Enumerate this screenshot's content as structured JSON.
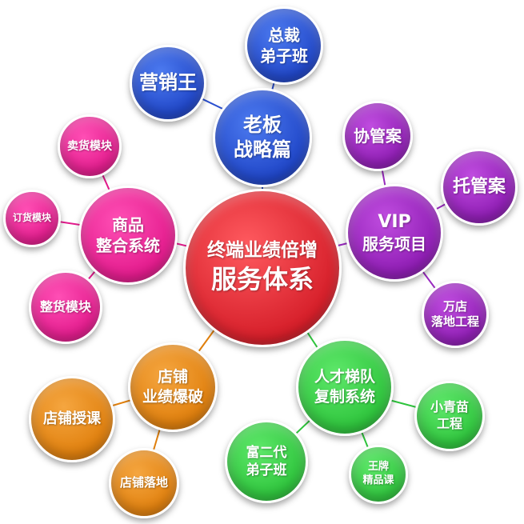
{
  "center": {
    "line1": "终端业绩倍增",
    "line2": "服务体系",
    "color": "#d61f2a"
  },
  "boss": {
    "line1": "老板",
    "line2": "战略篇",
    "color": "#1f45c7"
  },
  "ceo_class": {
    "line1": "总裁",
    "line2": "弟子班"
  },
  "marketing_king": {
    "line1": "营销王"
  },
  "vip": {
    "line1": "VIP",
    "line2": "服务项目",
    "color": "#8e1cb3"
  },
  "assist": {
    "line1": "协管案"
  },
  "trustee": {
    "line1": "托管案"
  },
  "wandian": {
    "line1": "万店",
    "line2": "落地工程"
  },
  "goods": {
    "line1": "商品",
    "line2": "整合系统",
    "color": "#e31a8c"
  },
  "sell_module": {
    "line1": "卖货模块"
  },
  "order_module": {
    "line1": "订货模块"
  },
  "arrange_module": {
    "line1": "整货模块"
  },
  "store": {
    "line1": "店铺",
    "line2": "业绩爆破",
    "color": "#e07f0c"
  },
  "store_teach": {
    "line1": "店铺授课"
  },
  "store_land": {
    "line1": "店铺落地"
  },
  "talent": {
    "line1": "人才梯队",
    "line2": "复制系统",
    "color": "#2ec43c"
  },
  "seedling": {
    "line1": "小青苗",
    "line2": "工程"
  },
  "rich2": {
    "line1": "富二代",
    "line2": "弟子班"
  },
  "trump": {
    "line1": "王牌",
    "line2": "精品课"
  }
}
